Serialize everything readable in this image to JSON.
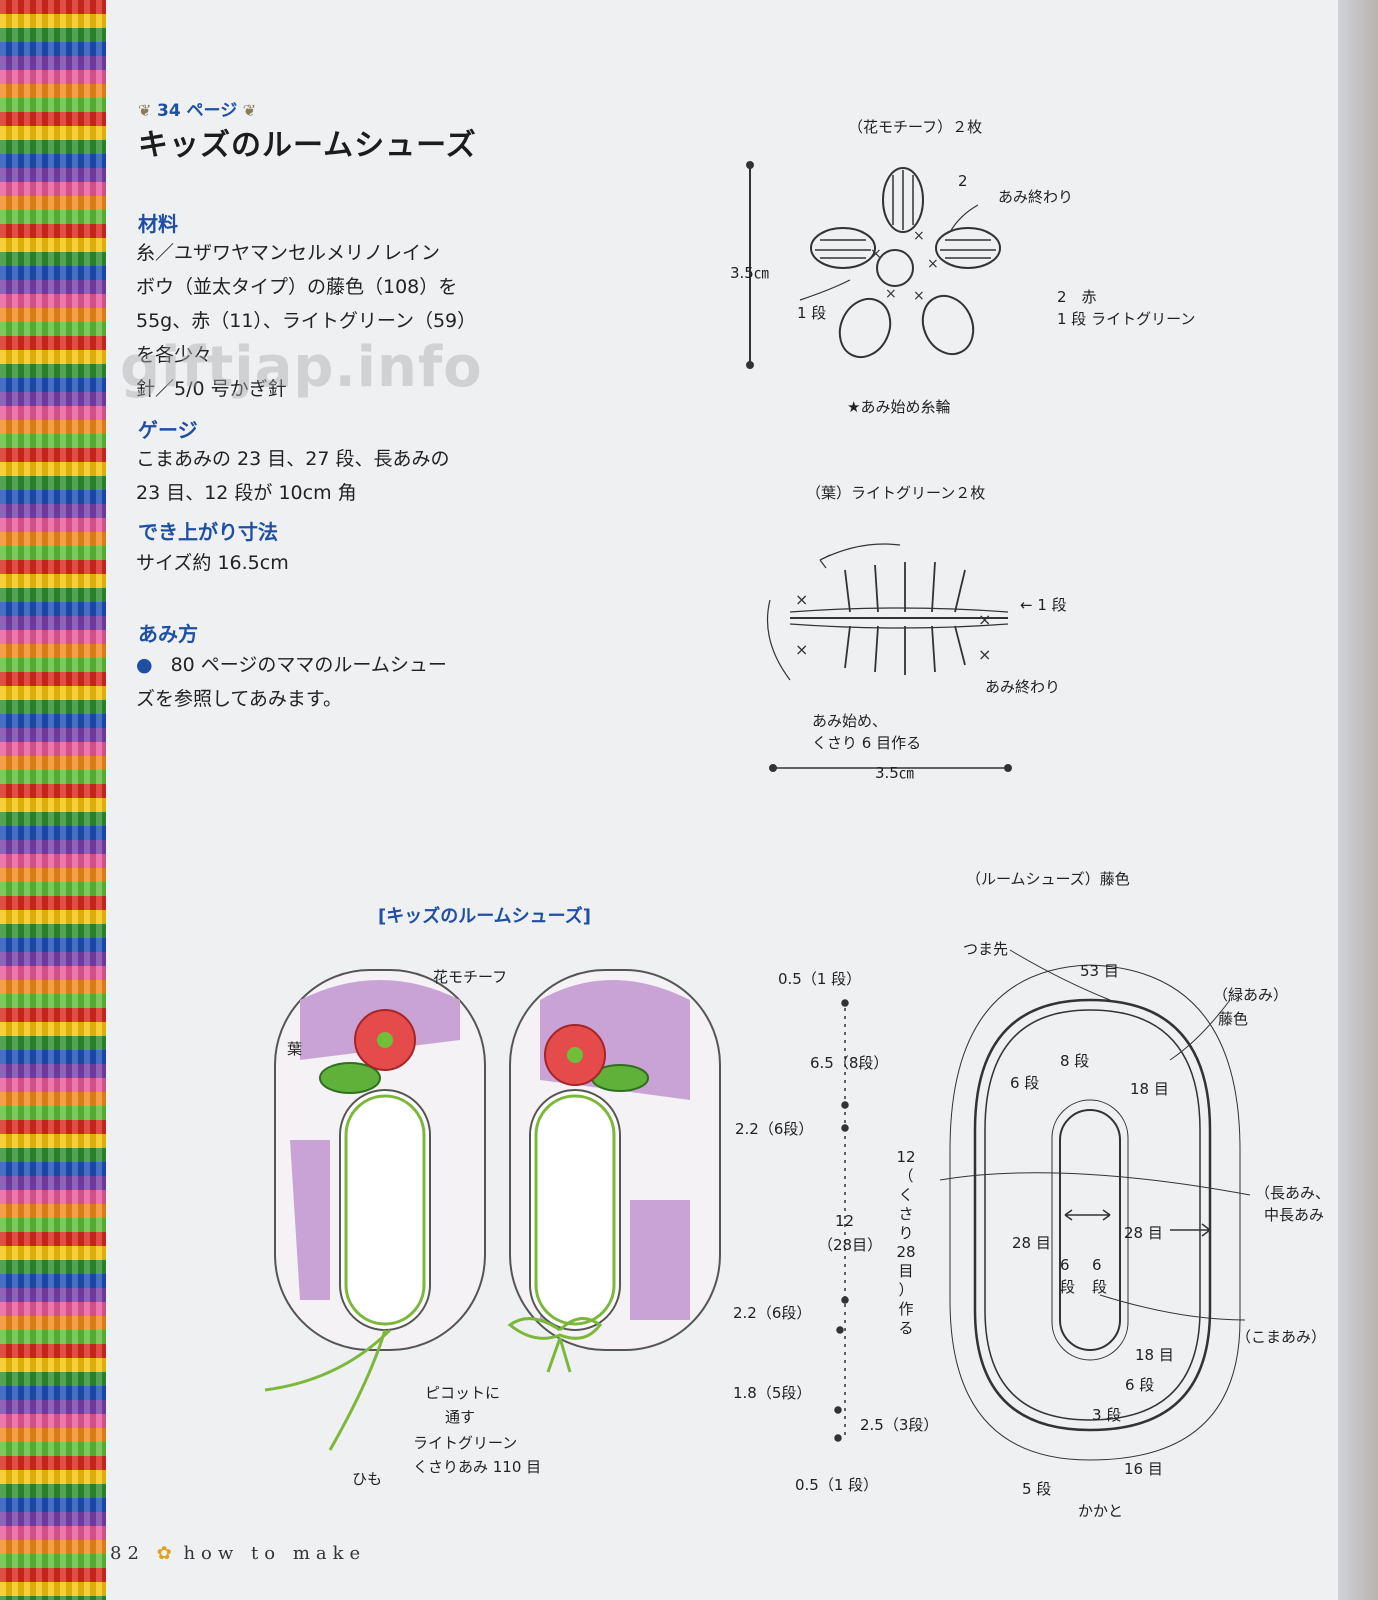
{
  "header": {
    "page_ref": "34 ページ",
    "title": "キッズのルームシューズ"
  },
  "materials": {
    "heading": "材料",
    "lines": [
      "糸／ユザワヤマンセルメリノレイン",
      "ボウ（並太タイプ）の藤色（108）を",
      "55g、赤（11）、ライトグリーン（59）",
      "を各少々",
      "針／5/0 号かぎ針"
    ]
  },
  "gauge": {
    "heading": "ゲージ",
    "lines": [
      "こまあみの 23 目、27 段、長あみの",
      "23 目、12 段が 10cm 角"
    ]
  },
  "finished_size": {
    "heading": "でき上がり寸法",
    "lines": [
      "サイズ約 16.5cm"
    ]
  },
  "method": {
    "heading": "あみ方",
    "lines": [
      "80 ページのママのルームシュー",
      "ズを参照してあみます。"
    ]
  },
  "watermark": "giftjap.info",
  "flower_chart": {
    "title": "（花モチーフ）２枚",
    "size": "3.5㎝",
    "round2": "2",
    "round1": "1 段",
    "end": "あみ終わり",
    "start": "★あみ始め糸輪",
    "legend": [
      "2　赤",
      "1 段 ライトグリーン"
    ]
  },
  "leaf_chart": {
    "title": "（葉）ライトグリーン２枚",
    "round1": "← 1 段",
    "end": "あみ終わり",
    "start": [
      "あみ始め、",
      "くさり 6 目作る"
    ],
    "size": "3.5㎝"
  },
  "illustration": {
    "title": "[キッズのルームシューズ]",
    "flower": "花モチーフ",
    "leaf": "葉",
    "picot": [
      "ピコットに",
      "通す"
    ],
    "cord": [
      "ライトグリーン",
      "くさりあみ 110 目"
    ],
    "string": "ひも"
  },
  "shoe_chart": {
    "title": "（ルームシューズ）藤色",
    "toe": "つま先",
    "heel": "かかと",
    "edge": [
      "（緑あみ）",
      "藤色"
    ],
    "dc": [
      "（長あみ、",
      "中長あみ"
    ],
    "sc": "（こまあみ）",
    "scale": [
      "0.5（1 段）",
      "6.5（8段）",
      "2.2（6段）",
      "12",
      "（28目）",
      "2.2（6段）",
      "1.8（5段）",
      "2.5（3段）",
      "0.5（1 段）"
    ],
    "vertical_note": [
      "12",
      "（",
      "く",
      "さ",
      "り",
      "28",
      "目",
      "）",
      "作",
      "る"
    ],
    "counts": [
      "53 目",
      "8 段",
      "6 段",
      "18 目",
      "28 目",
      "28 目",
      "6",
      "段",
      "6",
      "段",
      "18 目",
      "6 段",
      "3 段",
      "16 目",
      "5 段"
    ]
  },
  "footer": {
    "page_number": "82",
    "text": "how to make"
  }
}
